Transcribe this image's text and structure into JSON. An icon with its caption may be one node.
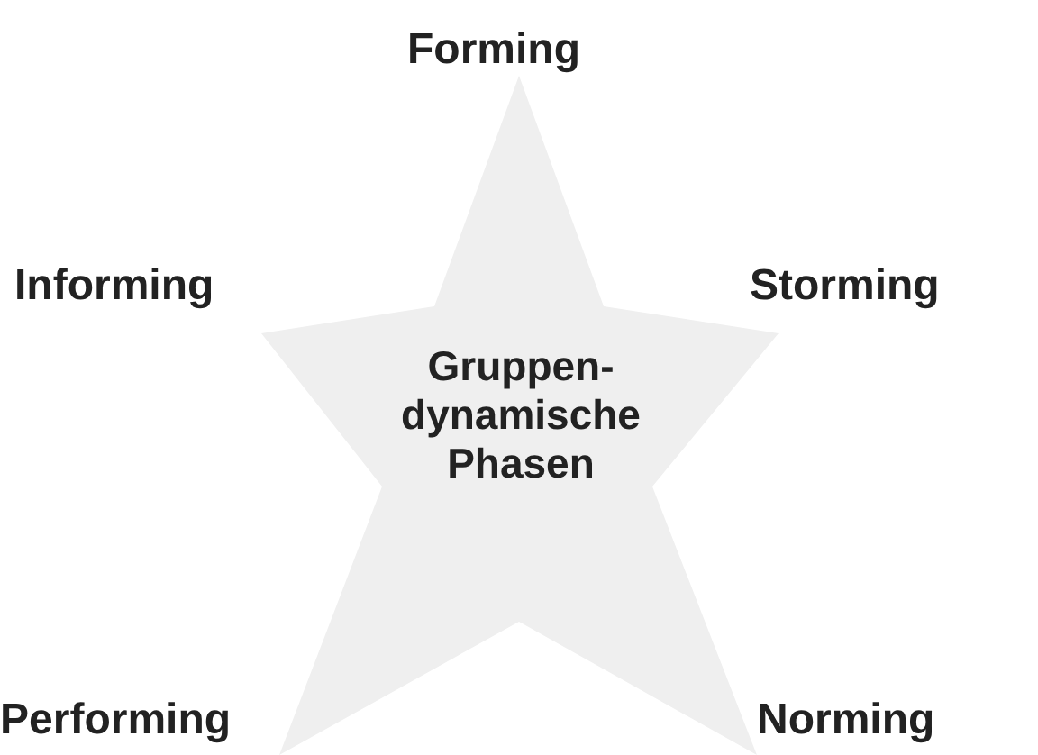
{
  "diagram": {
    "nodes": [
      {
        "text": [
          "Gruppen- dynamische Phasen"
        ]
      }
    ],
    "labels": [
      "Forming",
      "Informing",
      "Storming",
      "Performing",
      "Norming"
    ]
  }
}
